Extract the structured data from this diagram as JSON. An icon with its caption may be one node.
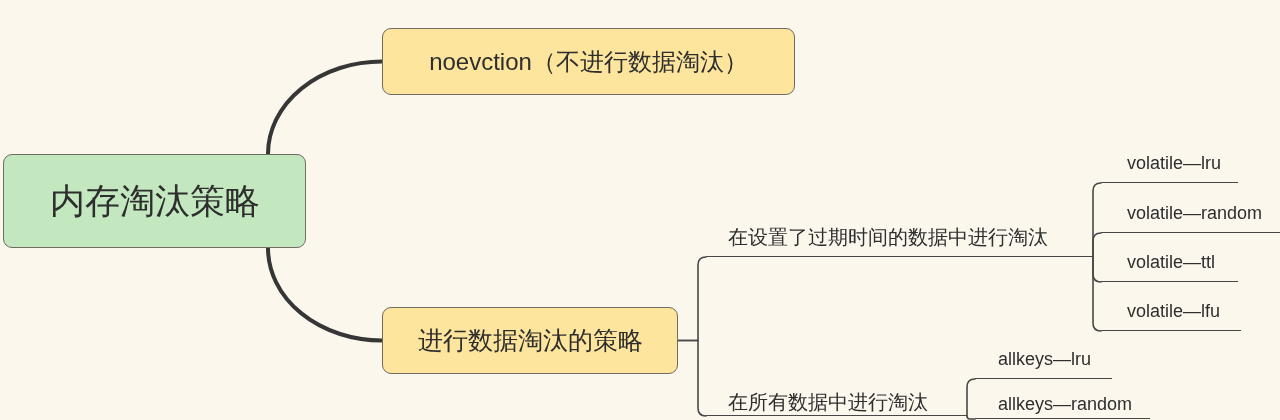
{
  "diagram": {
    "nodes": [
      {
        "text": [
          "内存淘汰策略"
        ]
      },
      {
        "text": [
          "noevction（不进行数据淘汰）"
        ]
      },
      {
        "text": [
          "进行数据淘汰的策略"
        ]
      },
      {
        "text": [
          "在设置了过期时间的数据中进行淘汰"
        ]
      },
      {
        "text": [
          "volatile—lru"
        ]
      },
      {
        "text": [
          "volatile—random"
        ]
      },
      {
        "text": [
          "volatile—ttl"
        ]
      },
      {
        "text": [
          "volatile—lfu"
        ]
      },
      {
        "text": [
          "在所有数据中进行淘汰"
        ]
      },
      {
        "text": [
          "allkeys—lru"
        ]
      },
      {
        "text": [
          "allkeys—random"
        ]
      }
    ],
    "edges": [
      {
        "from": 0,
        "to": 1,
        "arrow": "none",
        "style": "thick"
      },
      {
        "from": 0,
        "to": 2,
        "arrow": "none",
        "style": "thick"
      },
      {
        "from": 2,
        "to": 3,
        "arrow": "none"
      },
      {
        "from": 2,
        "to": 8,
        "arrow": "none"
      },
      {
        "from": 3,
        "to": 4,
        "arrow": "none"
      },
      {
        "from": 3,
        "to": 5,
        "arrow": "none"
      },
      {
        "from": 3,
        "to": 6,
        "arrow": "none"
      },
      {
        "from": 3,
        "to": 7,
        "arrow": "none"
      },
      {
        "from": 8,
        "to": 9,
        "arrow": "none"
      },
      {
        "from": 8,
        "to": 10,
        "arrow": "none"
      }
    ]
  }
}
